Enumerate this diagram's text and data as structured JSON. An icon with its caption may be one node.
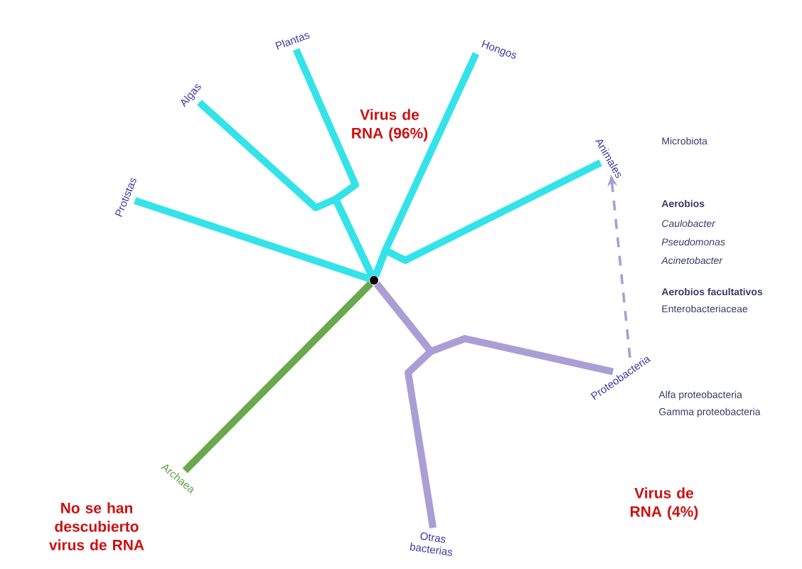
{
  "diagram": {
    "nodes": [
      {
        "text": [],
        "shape": "circle"
      },
      {
        "text": [
          "Protistas"
        ]
      },
      {
        "text": [
          "Algas"
        ]
      },
      {
        "text": [
          "Plantas"
        ]
      },
      {
        "text": [
          "Hongos"
        ]
      },
      {
        "text": [
          "Animales"
        ]
      },
      {
        "text": [
          "Proteobacteria"
        ]
      },
      {
        "text": [
          "Otras bacterias"
        ]
      },
      {
        "text": [
          "Archaea"
        ]
      }
    ],
    "edges": [
      {
        "from": 0,
        "to": 1,
        "arrow": "none"
      },
      {
        "from": 0,
        "to": 2,
        "arrow": "none"
      },
      {
        "from": 0,
        "to": 3,
        "arrow": "none"
      },
      {
        "from": 0,
        "to": 4,
        "arrow": "none"
      },
      {
        "from": 0,
        "to": 5,
        "arrow": "none"
      },
      {
        "from": 0,
        "to": 6,
        "arrow": "none",
        "color": "#aa9fd4"
      },
      {
        "from": 0,
        "to": 7,
        "arrow": "none",
        "color": "#aa9fd4"
      },
      {
        "from": 0,
        "to": 8,
        "arrow": "none",
        "color": "#6aa84f"
      },
      {
        "from": 6,
        "to": 5,
        "arrow": "to",
        "style": "dashed",
        "color": "#aa9fd4"
      }
    ],
    "labels": [
      "Virus de RNA (96%)",
      "Microbiota",
      "Aerobios",
      "Caulobacter",
      "Pseudomonas",
      "Acinetobacter",
      "Aerobios facultativos",
      "Enterobacteriaceae",
      "Alfa proteobacteria",
      "Gamma proteobacteria",
      "Virus de RNA (4%)",
      "No se han descubierto virus de RNA"
    ]
  }
}
